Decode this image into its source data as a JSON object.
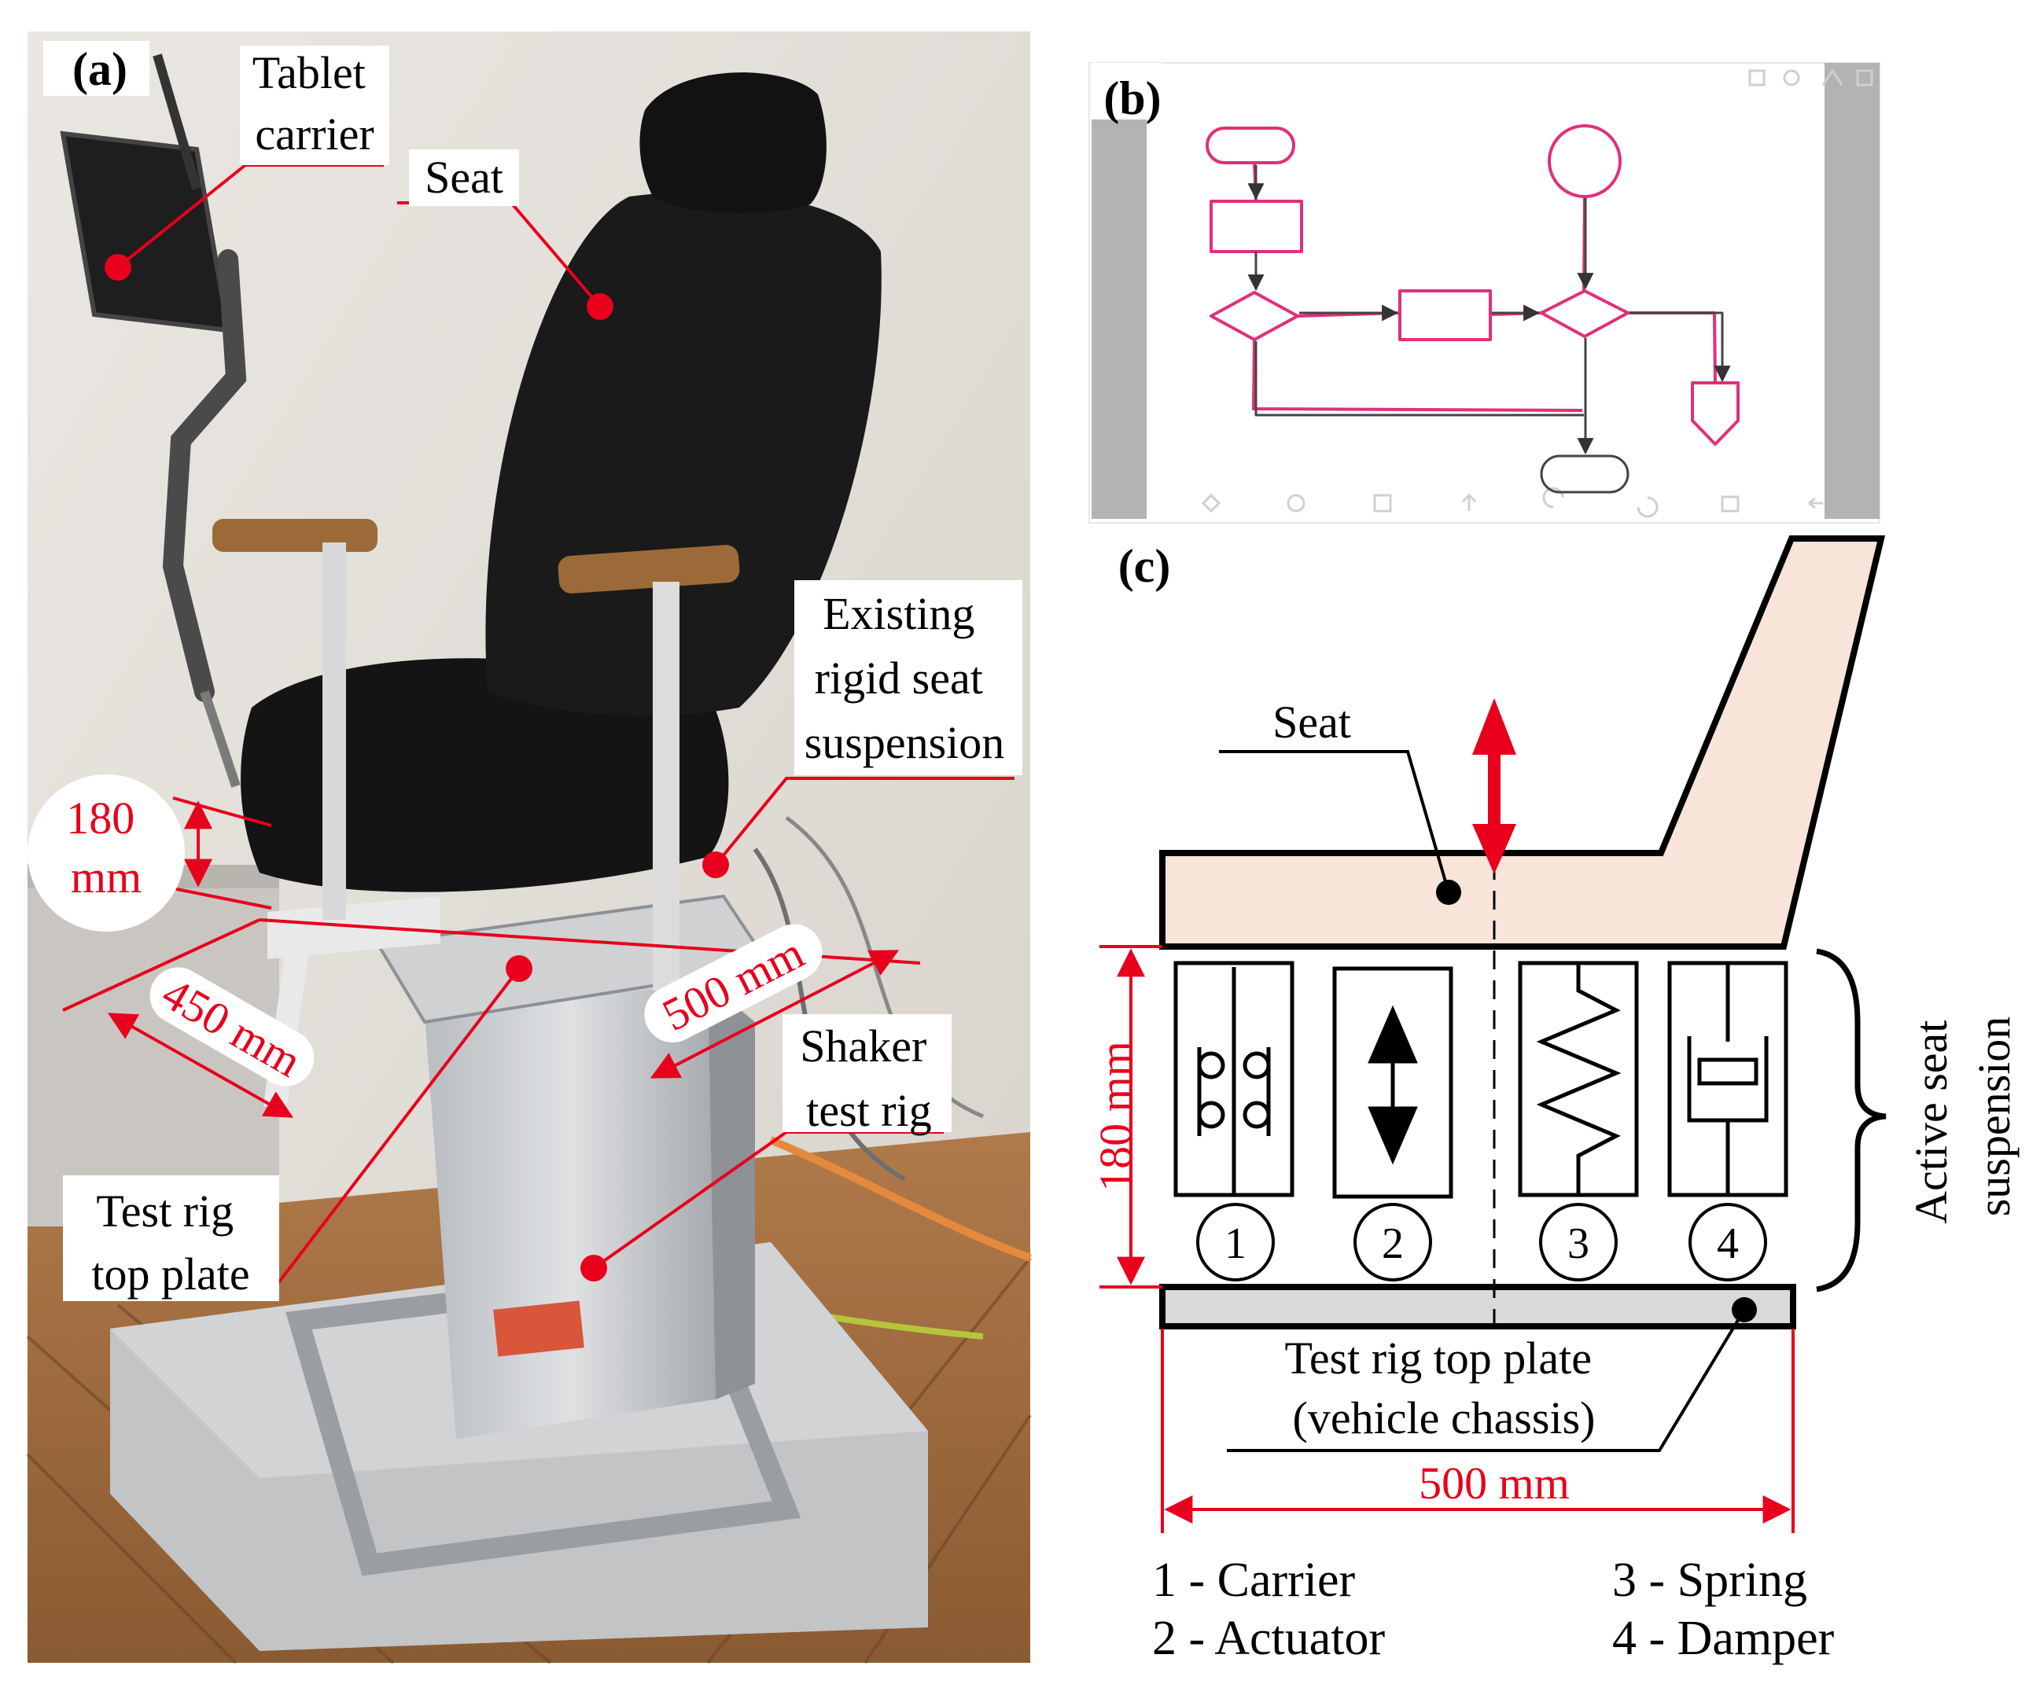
{
  "panel_a": {
    "tag": "(a)",
    "labels": {
      "tablet_carrier": [
        "Tablet",
        "carrier"
      ],
      "seat": "Seat",
      "existing_suspension": [
        "Existing",
        "rigid seat",
        "suspension"
      ],
      "shaker": [
        "Shaker",
        "test rig"
      ],
      "top_plate": [
        "Test rig",
        "top plate"
      ]
    },
    "dimensions": {
      "height": [
        "180",
        "mm"
      ],
      "depth": "450 mm",
      "width": "500 mm"
    }
  },
  "panel_b": {
    "tag": "(b)"
  },
  "panel_c": {
    "tag": "(c)",
    "seat_label": "Seat",
    "height_dim": "180 mm",
    "width_dim": "500 mm",
    "plate_label": [
      "Test rig top plate",
      "(vehicle chassis)"
    ],
    "suspension_label": [
      "Active seat",
      "suspension"
    ],
    "elements": [
      "1",
      "2",
      "3",
      "4"
    ],
    "legend": [
      "1 - Carrier",
      "2 - Actuator",
      "3 - Spring",
      "4 - Damper"
    ]
  },
  "colors": {
    "annotation_red": "#e8001c",
    "seat_fill": "#f8e4d8",
    "plate_fill": "#d9d9d9",
    "flowchart_pink": "#e0307a"
  }
}
